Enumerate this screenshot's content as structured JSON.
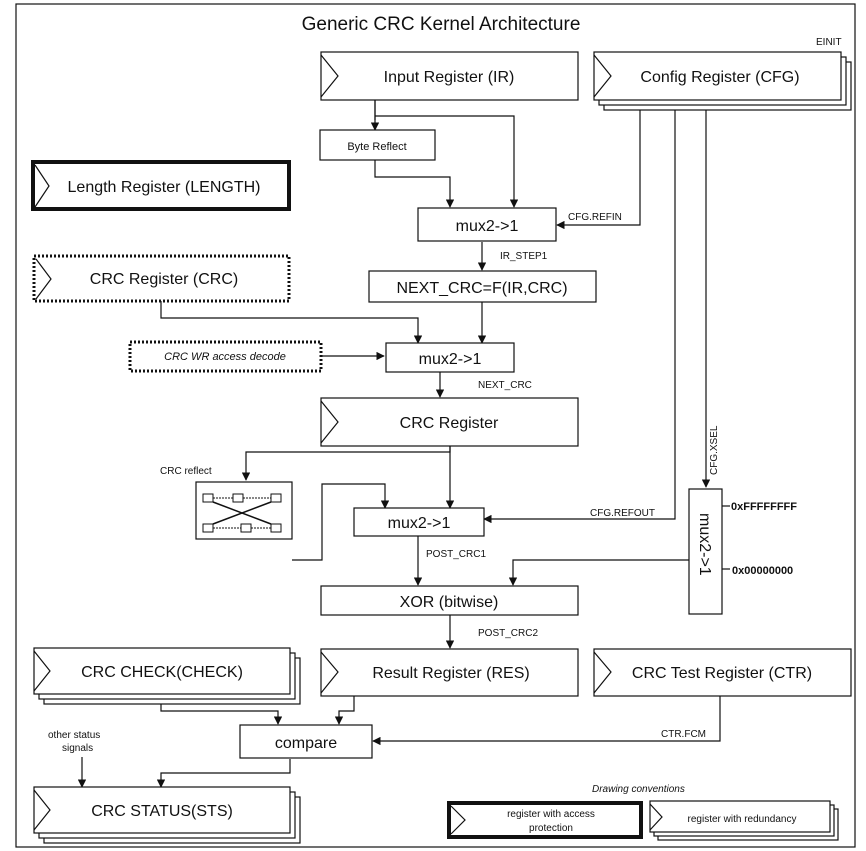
{
  "title": "Generic CRC Kernel Architecture",
  "registers": {
    "input": "Input Register (IR)",
    "config": "Config Register (CFG)",
    "length": "Length Register (LENGTH)",
    "crc_reg": "CRC Register (CRC)",
    "crc_register": "CRC Register",
    "check": "CRC CHECK(CHECK)",
    "result": "Result Register (RES)",
    "test": "CRC Test Register (CTR)",
    "status": "CRC STATUS(STS)"
  },
  "blocks": {
    "byte_reflect": "Byte Reflect",
    "mux_refin": "mux2->1",
    "next_crc_fn": "NEXT_CRC=F(IR,CRC)",
    "wr_decode": "CRC WR access decode",
    "mux_wr": "mux2->1",
    "mux_refout": "mux2->1",
    "mux_xsel": "mux2->1",
    "xor": "XOR (bitwise)",
    "compare": "compare"
  },
  "signals": {
    "einit": "EINIT",
    "cfg_refin": "CFG.REFIN",
    "ir_step1": "IR_STEP1",
    "next_crc": "NEXT_CRC",
    "cfg_xsel": "CFG.XSEL",
    "crc_reflect": "CRC reflect",
    "cfg_refout": "CFG.REFOUT",
    "ffff": "0xFFFFFFFF",
    "zero": "0x00000000",
    "post_crc1": "POST_CRC1",
    "post_crc2": "POST_CRC2",
    "ctr_fcm": "CTR.FCM",
    "other_status_1": "other status",
    "other_status_2": "signals"
  },
  "legend": {
    "title": "Drawing conventions",
    "access_1": "register with access",
    "access_2": "protection",
    "redundancy": "register with redundancy"
  }
}
